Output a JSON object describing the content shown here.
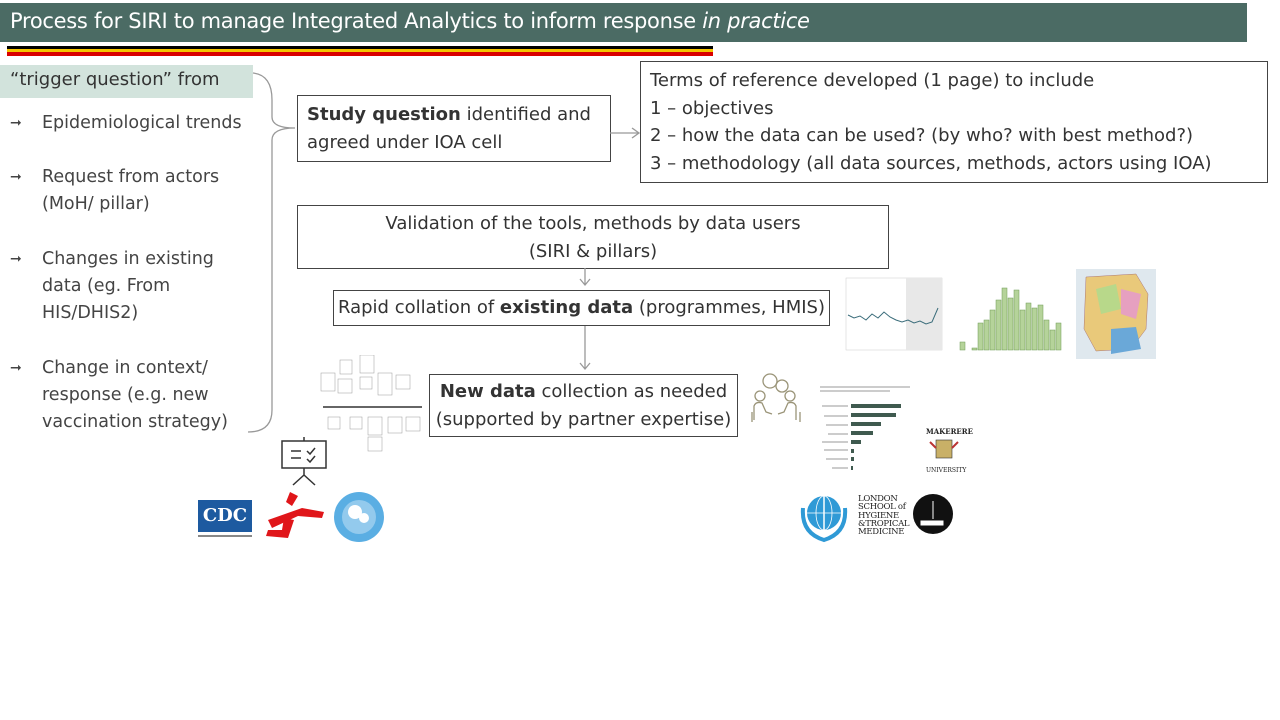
{
  "header": {
    "title": "Process for SIRI to manage Integrated Analytics to inform response ",
    "title_italic": "in practice"
  },
  "flag_colors": [
    "#000000",
    "#f5c400",
    "#d90000"
  ],
  "trigger": {
    "label": "“trigger question” from",
    "items": [
      [
        "Epidemiological trends"
      ],
      [
        "Request from actors",
        "(MoH/ pillar)"
      ],
      [
        "Changes in existing",
        "data (eg. From",
        "HIS/DHIS2)"
      ],
      [
        "Change in context/",
        "response (e.g. new",
        "vaccination strategy)"
      ]
    ]
  },
  "study": {
    "bold": "Study question",
    "rest": " identified and",
    "line2": "agreed under IOA cell"
  },
  "terms": {
    "lines": [
      "Terms of reference developed (1 page) to include",
      "1 – objectives",
      "2 – how the data can be used? (by who? with best method?)",
      "3 – methodology (all data sources, methods, actors using IOA)"
    ]
  },
  "validation": {
    "line1": "Validation of the tools, methods by data users",
    "line2": "(SIRI & pillars)"
  },
  "rapid": {
    "pre": "Rapid collation of ",
    "bold": "existing data",
    "post": " (programmes, HMIS)"
  },
  "newdata": {
    "bold": "New data",
    "rest": " collection as needed",
    "line2": "(supported by partner expertise)"
  },
  "logos": {
    "cdc": "CDC",
    "lshtm": [
      "LONDON",
      "SCHOOL of",
      "HYGIENE",
      "&TROPICAL",
      "MEDICINE"
    ],
    "makerere": "MAKERERE UNIVERSITY"
  }
}
